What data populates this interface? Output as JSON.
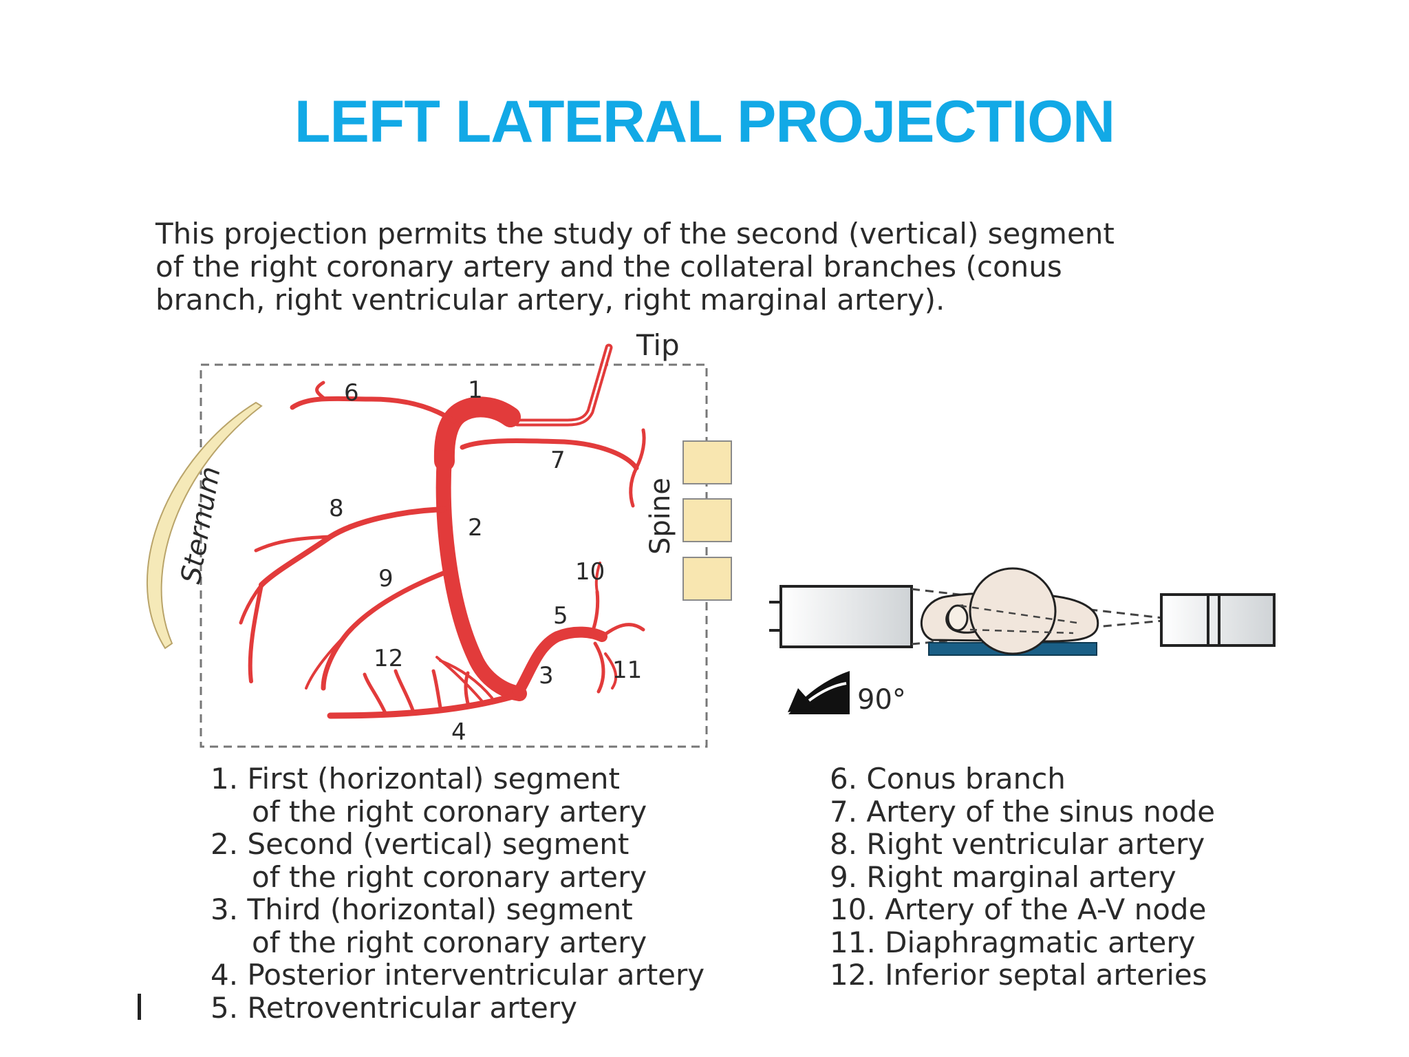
{
  "slide": {
    "title": "LEFT LATERAL PROJECTION"
  },
  "intro": {
    "lines": [
      "This projection permits the study of the second (vertical) segment",
      "of the right coronary artery and the collateral branches (conus",
      "branch, right ventricular artery, right marginal artery)."
    ]
  },
  "diagram": {
    "labels": {
      "tip": "Tip",
      "sternum": "Sternum",
      "spine": "Spine",
      "angle": "90°"
    },
    "numbers": [
      "1",
      "2",
      "3",
      "4",
      "5",
      "6",
      "7",
      "8",
      "9",
      "10",
      "11",
      "12"
    ],
    "colors": {
      "artery": "#e23b3b",
      "sternum": "#f5e9b8",
      "vertebra": "#f8e6b0",
      "table": "#1a5f86"
    }
  },
  "legend": {
    "left": [
      {
        "text": "1. First (horizontal) segment",
        "cont": "of the right coronary artery"
      },
      {
        "text": "2. Second (vertical) segment",
        "cont": "of the right coronary artery"
      },
      {
        "text": "3. Third (horizontal) segment",
        "cont": "of the right coronary artery"
      },
      {
        "text": "4. Posterior interventricular artery"
      },
      {
        "text": "5. Retroventricular artery"
      }
    ],
    "right": [
      {
        "text": "6. Conus branch"
      },
      {
        "text": "7. Artery of the sinus node"
      },
      {
        "text": "8. Right ventricular artery"
      },
      {
        "text": "9. Right marginal artery"
      },
      {
        "text": "10. Artery of the A-V node"
      },
      {
        "text": "11. Diaphragmatic artery"
      },
      {
        "text": "12. Inferior septal arteries"
      }
    ]
  }
}
